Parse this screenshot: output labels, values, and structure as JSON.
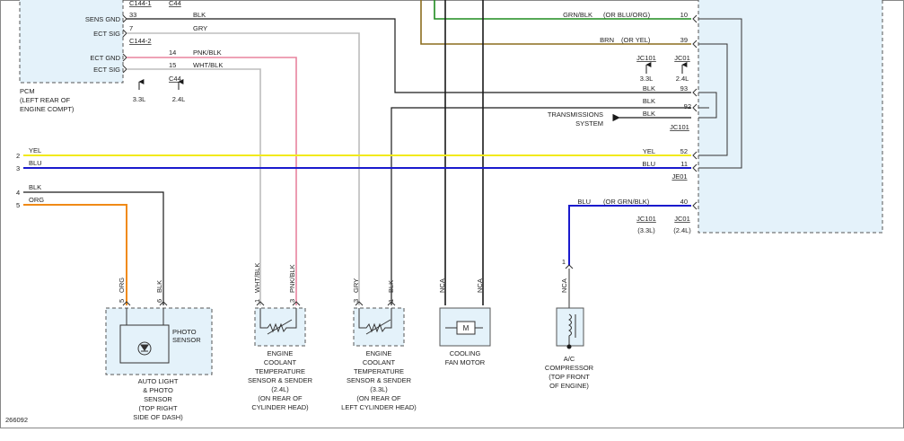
{
  "pcm": {
    "connector_a": "C144-1",
    "connector_b": "C144-2",
    "c44_top": "C44",
    "c44_bottom": "C44",
    "pins": [
      {
        "num": "33",
        "label": "SENS GND",
        "wire": "BLK"
      },
      {
        "num": "7",
        "label": "ECT SIG",
        "wire": "GRY"
      },
      {
        "num": "14",
        "label": "ECT GND",
        "wire": "PNK/BLK"
      },
      {
        "num": "15",
        "label": "ECT SIG",
        "wire": "WHT/BLK"
      }
    ],
    "variant_a": "3.3L",
    "variant_b": "2.4L",
    "name": "PCM",
    "location_1": "(LEFT REAR OF",
    "location_2": "ENGINE COMPT)"
  },
  "left_wires": [
    {
      "num": "2",
      "color": "YEL"
    },
    {
      "num": "3",
      "color": "BLU"
    },
    {
      "num": "4",
      "color": "BLK"
    },
    {
      "num": "5",
      "color": "ORG"
    }
  ],
  "right_pins": [
    {
      "wire": "GRN/BLK",
      "alt": "(OR BLU/ORG)",
      "num": "10"
    },
    {
      "wire": "BRN",
      "alt": "(OR YEL)",
      "num": "39"
    },
    {
      "wire": "BLK",
      "num": "93"
    },
    {
      "wire": "BLK",
      "num": "92"
    },
    {
      "wire": "BLK",
      "num": ""
    },
    {
      "wire": "YEL",
      "num": "52"
    },
    {
      "wire": "BLU",
      "num": "11"
    },
    {
      "wire": "BLU",
      "alt": "(OR GRN/BLK)",
      "num": "40"
    }
  ],
  "junctions": {
    "jc101": "JC101",
    "jc01": "JC01",
    "v33": "3.3L",
    "v24": "2.4L",
    "v33p": "(3.3L)",
    "v24p": "(2.4L)",
    "jc101_b": "JC101",
    "je01": "JE01"
  },
  "transmission": {
    "line1": "TRANSMISSIONS",
    "line2": "SYSTEM"
  },
  "auto_light": {
    "pin_a": "5",
    "wire_a": "ORG",
    "pin_b": "6",
    "wire_b": "BLK",
    "inner_1": "PHOTO",
    "inner_2": "SENSOR",
    "caption": [
      "AUTO LIGHT",
      "& PHOTO",
      "SENSOR",
      "(TOP RIGHT",
      "SIDE OF DASH)"
    ]
  },
  "ect24": {
    "pin_a": "1",
    "wire_a": "WHT/BLK",
    "pin_b": "3",
    "wire_b": "PNK/BLK",
    "caption": [
      "ENGINE",
      "COOLANT",
      "TEMPERATURE",
      "SENSOR & SENDER",
      "(2.4L)",
      "(ON REAR OF",
      "CYLINDER HEAD)"
    ]
  },
  "ect33": {
    "pin_a": "3",
    "wire_a": "GRY",
    "pin_b": "1",
    "wire_b": "BLK",
    "caption": [
      "ENGINE",
      "COOLANT",
      "TEMPERATURE",
      "SENSOR & SENDER",
      "(3.3L)",
      "(ON REAR OF",
      "LEFT CYLINDER HEAD)"
    ]
  },
  "fan": {
    "wire_a": "NCA",
    "wire_b": "NCA",
    "symbol": "M",
    "caption": [
      "COOLING",
      "FAN MOTOR"
    ]
  },
  "compressor": {
    "pin": "1",
    "wire": "NCA",
    "caption": [
      "A/C",
      "COMPRESSOR",
      "(TOP FRONT",
      "OF ENGINE)"
    ]
  },
  "figure_id": "266092",
  "colors": {
    "yellow": "#f2ea1c",
    "blue": "#1a1acd",
    "orange": "#f08a16",
    "pink": "#e8849e",
    "gray": "#bdbdbd",
    "green": "#1e8c1e",
    "brown": "#8c6d1f",
    "black": "#1a1a1a",
    "box_fill": "#e4f2fa"
  }
}
